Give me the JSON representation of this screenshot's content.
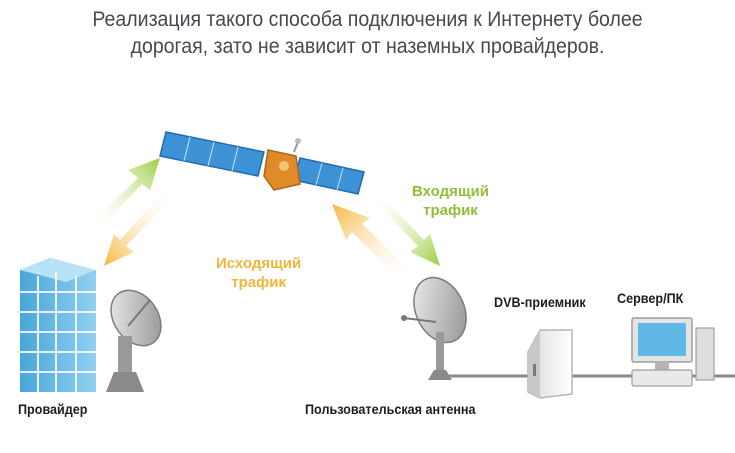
{
  "caption": {
    "line1": "Реализация такого способа подключения к Интернету более",
    "line2": "дорогая, зато не зависит от наземных провайдеров."
  },
  "labels": {
    "provider": "Провайдер",
    "user_antenna": "Пользовательская антенна",
    "dvb_receiver": "DVB-приемник",
    "server_pc": "Сервер/ПК"
  },
  "traffic": {
    "incoming": {
      "line1": "Входящий",
      "line2": "трафик"
    },
    "outgoing": {
      "line1": "Исходящий",
      "line2": "трафик"
    }
  },
  "colors": {
    "incoming_text": "#8fbf3a",
    "outgoing_text": "#f2b63a",
    "green_arrow": "#9ccc3c",
    "orange_arrow": "#f6b840",
    "solar_panel": "#3d92d6",
    "building": "#5fb8e6",
    "satellite_body": "#e08a2a"
  },
  "icons": {
    "satellite": "satellite-icon",
    "building": "provider-building-icon",
    "provider_dish": "satellite-dish-icon",
    "user_dish": "satellite-dish-icon",
    "receiver": "dvb-receiver-icon",
    "computer": "computer-icon"
  }
}
